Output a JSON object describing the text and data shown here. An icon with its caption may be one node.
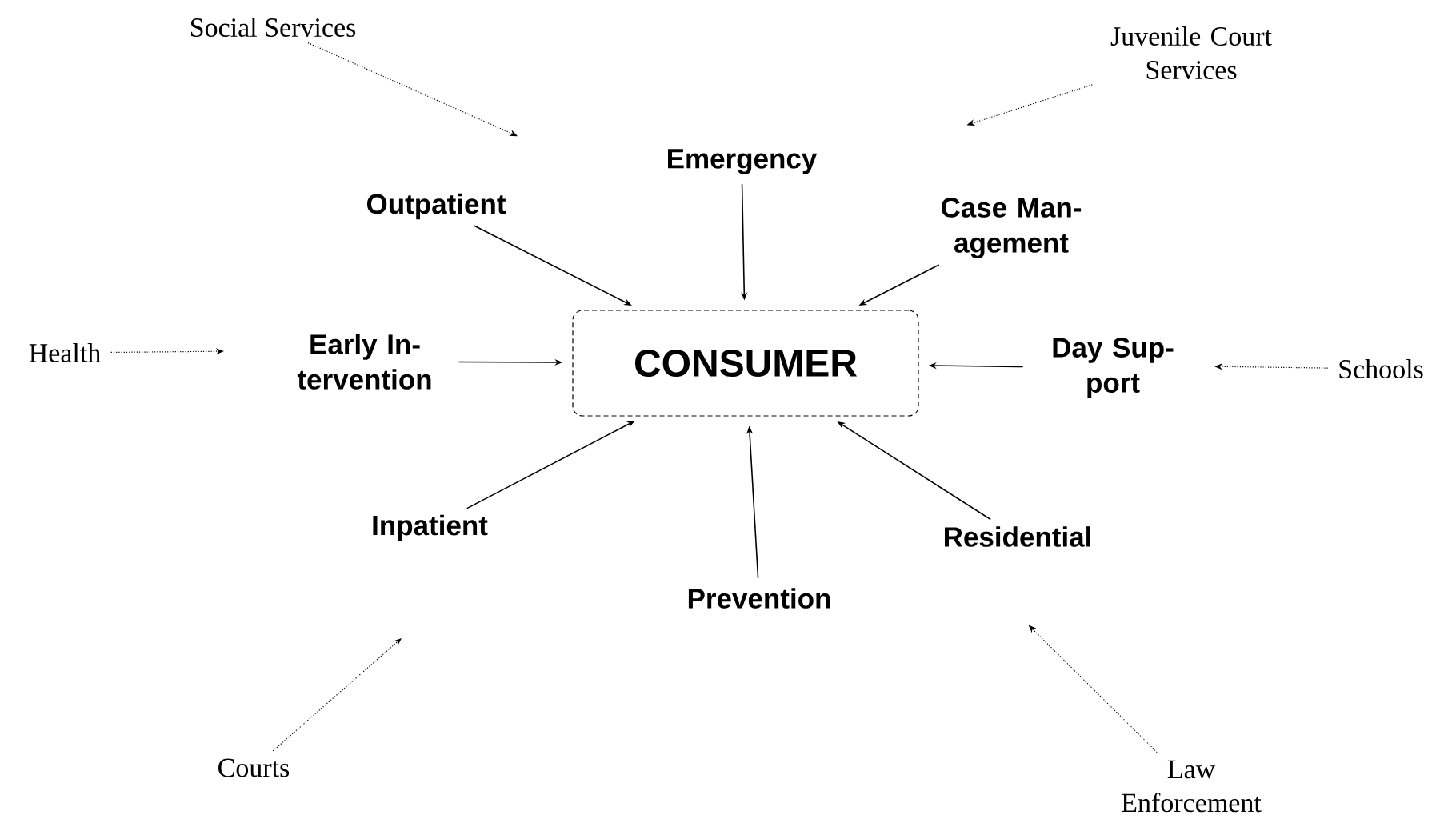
{
  "diagram": {
    "nodes": [
      {
        "text": [
          "Social Services"
        ]
      },
      {
        "text": [
          "Juvenile Court Services"
        ]
      },
      {
        "text": [
          "Emergency"
        ]
      },
      {
        "text": [
          "Outpatient"
        ]
      },
      {
        "text": [
          "Case Man- agement"
        ]
      },
      {
        "text": [
          "Health"
        ]
      },
      {
        "text": [
          "Early In- tervention"
        ]
      },
      {
        "text": [
          "CONSUMER"
        ]
      },
      {
        "text": [
          "Day Sup- port"
        ]
      },
      {
        "text": [
          "Schools"
        ]
      },
      {
        "text": [
          "Inpatient"
        ]
      },
      {
        "text": [
          "Residential"
        ]
      },
      {
        "text": [
          "Prevention"
        ]
      },
      {
        "text": [
          "Courts"
        ]
      },
      {
        "text": [
          "Law Enforcement"
        ]
      }
    ],
    "edges": [
      {
        "from": 0,
        "to": null,
        "arrow": "to",
        "style": "dashed"
      },
      {
        "from": 1,
        "to": null,
        "arrow": "to",
        "style": "dashed"
      },
      {
        "from": 2,
        "to": 7,
        "arrow": "to"
      },
      {
        "from": 3,
        "to": 7,
        "arrow": "to"
      },
      {
        "from": 4,
        "to": 7,
        "arrow": "to"
      },
      {
        "from": 5,
        "to": null,
        "arrow": "to",
        "style": "dashed"
      },
      {
        "from": 6,
        "to": 7,
        "arrow": "to"
      },
      {
        "from": 8,
        "to": 7,
        "arrow": "to"
      },
      {
        "from": 9,
        "to": null,
        "arrow": "to",
        "style": "dashed"
      },
      {
        "from": 10,
        "to": 7,
        "arrow": "to"
      },
      {
        "from": 11,
        "to": 7,
        "arrow": "to"
      },
      {
        "from": 12,
        "to": 7,
        "arrow": "to"
      },
      {
        "from": 13,
        "to": null,
        "arrow": "to",
        "style": "dashed"
      },
      {
        "from": 14,
        "to": null,
        "arrow": "to",
        "style": "dashed"
      }
    ]
  }
}
